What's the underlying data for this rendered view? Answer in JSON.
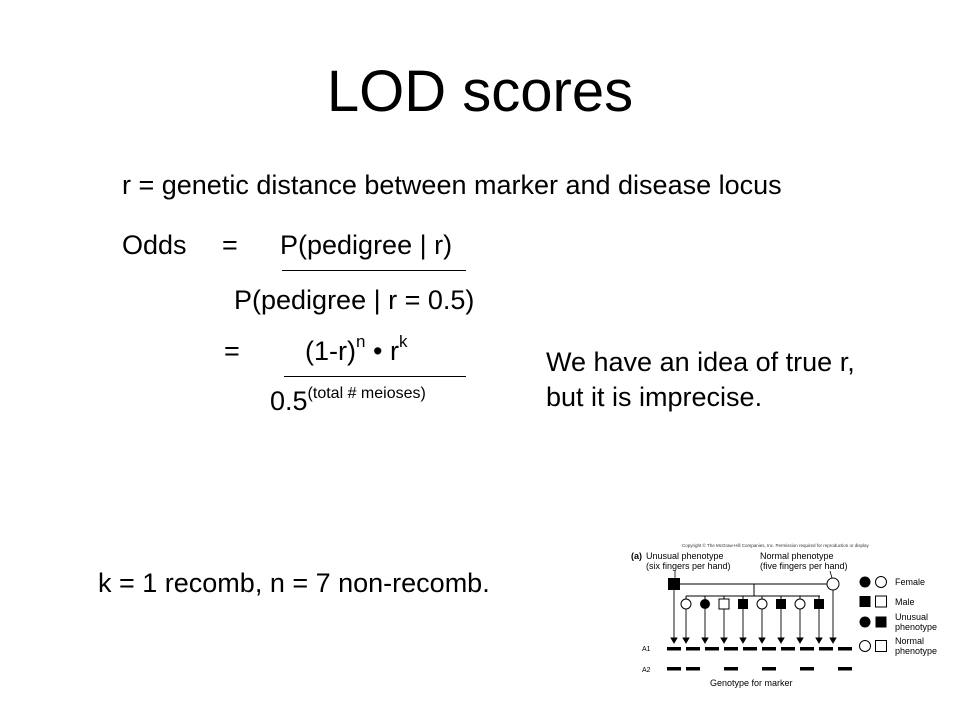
{
  "slide": {
    "title": "LOD scores",
    "definition": "r = genetic distance between marker and disease locus",
    "odds_label": "Odds",
    "eq1": "=",
    "numerator1": "P(pedigree | r)",
    "denominator1": "P(pedigree | r = 0.5)",
    "eq2": "=",
    "num2_base": "(1-r)",
    "num2_exp_n": "n",
    "num2_dot": "•",
    "num2_r": "r",
    "num2_exp_k": "k",
    "den2_base": "0.5",
    "den2_exp": "(total # meioses)",
    "note_line1": "We have an idea of true r,",
    "note_line2": "but it is imprecise.",
    "counts": "k = 1 recomb, n = 7 non-recomb."
  },
  "figure": {
    "copyright": "Copyright © The McGraw-Hill Companies, Inc. Permission required for reproduction or display",
    "panel": "(a)",
    "unusual_title": "Unusual phenotype",
    "unusual_sub": "(six fingers per hand)",
    "normal_title": "Normal phenotype",
    "normal_sub": "(five fingers per hand)",
    "legend_female": "Female",
    "legend_male": "Male",
    "legend_unusual_1": "Unusual",
    "legend_unusual_2": "phenotype",
    "legend_normal_1": "Normal",
    "legend_normal_2": "phenotype",
    "allele_a1": "A1",
    "allele_a2": "A2",
    "genotype_caption": "Genotype for marker"
  }
}
